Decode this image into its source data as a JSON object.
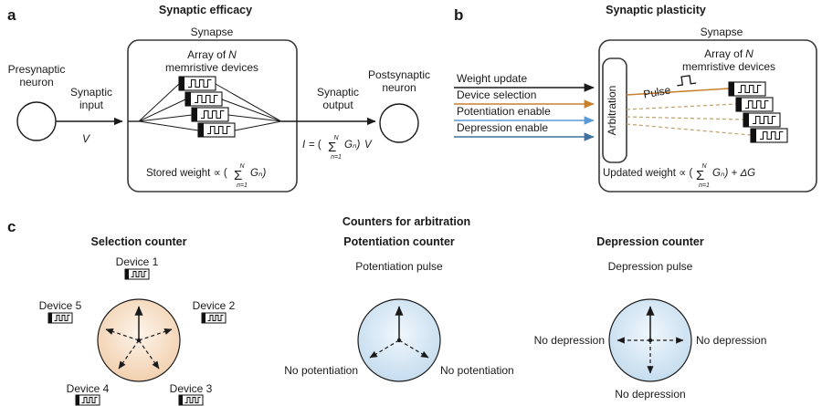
{
  "colors": {
    "ink": "#1a1a1a",
    "orange_dash": "#c2a06a",
    "selection_center": "#fdf4ea",
    "selection_edge": "#efc69e",
    "counter_center": "#f0f7fd",
    "counter_edge": "#b9d5ea"
  },
  "panel_a": {
    "label": "a",
    "title": "Synaptic efficacy",
    "synapse_label": "Synapse",
    "array_prefix": "Array of",
    "array_n": "N",
    "array_line2": "memristive devices",
    "presynaptic_line1": "Presynaptic",
    "presynaptic_line2": "neuron",
    "input_line1": "Synaptic",
    "input_line2": "input",
    "input_var": "V",
    "output_line1": "Synaptic",
    "output_line2": "output",
    "postsynaptic_line1": "Postsynaptic",
    "postsynaptic_line2": "neuron"
  },
  "panel_b": {
    "label": "b",
    "title": "Synaptic plasticity",
    "synapse_label": "Synapse",
    "arbitration_label": "Arbitration",
    "array_prefix": "Array of",
    "array_n": "N",
    "array_line2": "memristive devices",
    "pulse_label": "Pulse",
    "inputs": [
      {
        "label": "Weight update",
        "color": "#1a1a1a"
      },
      {
        "label": "Device selection",
        "color": "#c9802e"
      },
      {
        "label": "Potentiation enable",
        "color": "#5b9bd5"
      },
      {
        "label": "Depression enable",
        "color": "#41719c"
      }
    ]
  },
  "math": {
    "sigma": "Σ",
    "limit_sup": "N",
    "limit_sub": "n=1",
    "stored_prefix": "Stored weight ∝ (",
    "stored_suffix": "Gₙ)",
    "current_var": "I",
    "current_mid": "= (",
    "current_suffix": "Gₙ)",
    "current_v": "V",
    "updated_prefix": "Updated weight ∝ (",
    "updated_suffix": "Gₙ) + ΔG"
  },
  "panel_c": {
    "label": "c",
    "title": "Counters for arbitration",
    "selection": {
      "title": "Selection counter",
      "devices": [
        "Device 1",
        "Device 2",
        "Device 3",
        "Device 4",
        "Device 5"
      ]
    },
    "potentiation": {
      "title": "Potentiation counter",
      "pulse_label": "Potentiation pulse",
      "no_left": "No potentiation",
      "no_right": "No potentiation"
    },
    "depression": {
      "title": "Depression counter",
      "pulse_label": "Depression pulse",
      "no_left": "No depression",
      "no_right": "No depression",
      "no_bottom": "No depression"
    }
  }
}
